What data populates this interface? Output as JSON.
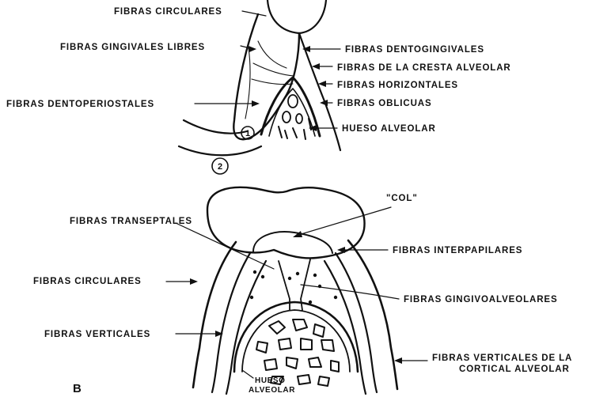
{
  "figure_a": {
    "labels": {
      "fibras_circulares": "FIBRAS CIRCULARES",
      "fibras_gingivales_libres": "FIBRAS GINGIVALES LIBRES",
      "fibras_dentogingivales": "FIBRAS DENTOGINGIVALES",
      "fibras_cresta_alveolar": "FIBRAS DE LA CRESTA ALVEOLAR",
      "fibras_horizontales": "FIBRAS HORIZONTALES",
      "fibras_dentoperiostales": "FIBRAS DENTOPERIOSTALES",
      "fibras_oblicuas": "FIBRAS OBLICUAS",
      "hueso_alveolar": "HUESO ALVEOLAR"
    },
    "markers": {
      "one": "1",
      "two": "2"
    }
  },
  "figure_b": {
    "letter": "B",
    "labels": {
      "col": "\"COL\"",
      "fibras_transeptales": "FIBRAS TRANSEPTALES",
      "fibras_interpapilares": "FIBRAS INTERPAPILARES",
      "fibras_circulares": "FIBRAS CIRCULARES",
      "fibras_gingivoalveolares": "FIBRAS GINGIVOALVEOLARES",
      "fibras_verticales": "FIBRAS VERTICALES",
      "fibras_verticales_cortical_1": "FIBRAS VERTICALES DE LA",
      "fibras_verticales_cortical_2": "CORTICAL ALVEOLAR",
      "hueso_1": "HUESO",
      "hueso_2": "ALVEOLAR"
    }
  }
}
